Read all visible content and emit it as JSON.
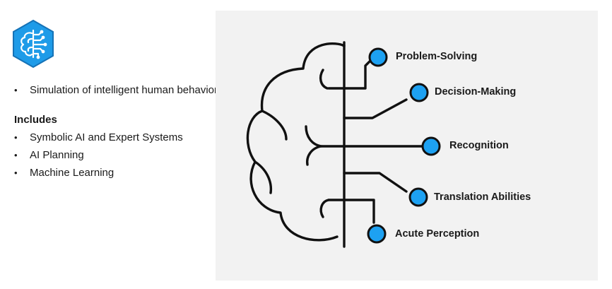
{
  "colors": {
    "node_fill": "#1da1f2",
    "logo_fill": "#1e9be8",
    "panel_bg": "#f2f2f2"
  },
  "logo": {
    "icon": "brain-circuit-hexagon-icon"
  },
  "description": {
    "bullet_symbol": "•",
    "items": [
      "Simulation of intelligent human behavior"
    ]
  },
  "includes": {
    "heading": "Includes",
    "items": [
      "Symbolic AI and Expert Systems",
      "AI Planning",
      "Machine Learning"
    ]
  },
  "diagram": {
    "nodes": [
      "Problem-Solving",
      "Decision-Making",
      "Recognition",
      "Translation Abilities",
      "Acute Perception"
    ]
  }
}
